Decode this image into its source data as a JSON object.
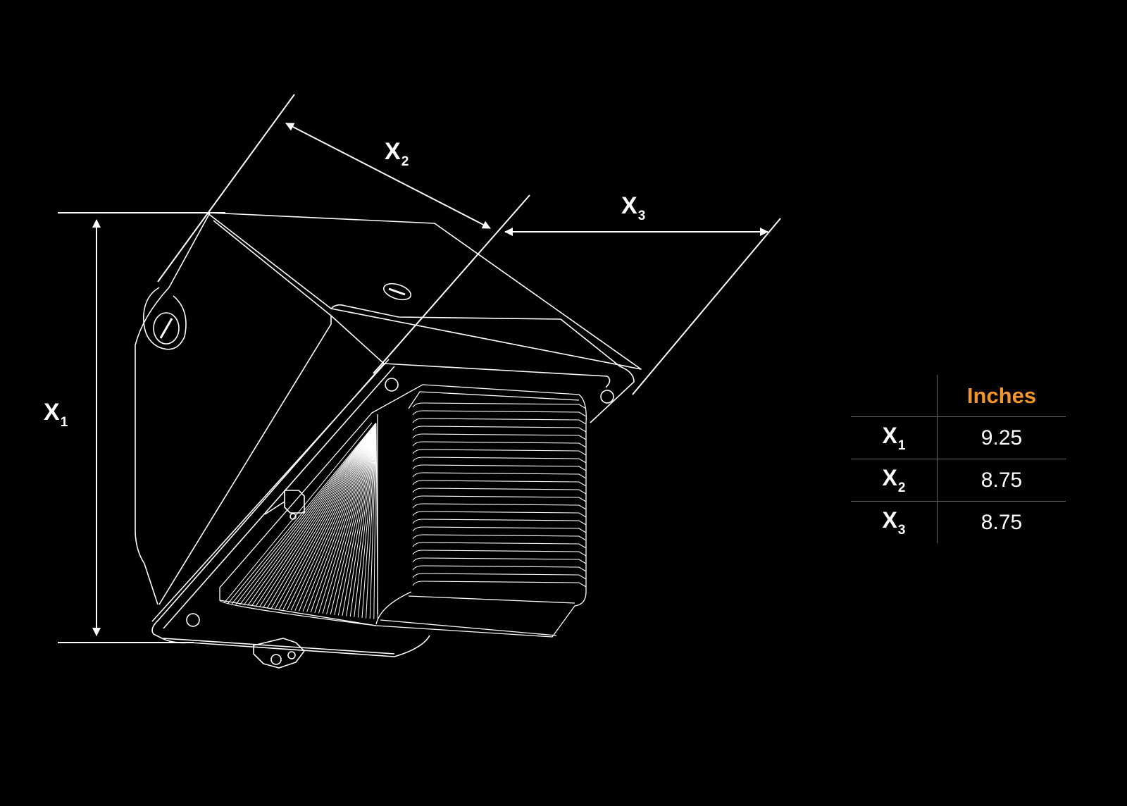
{
  "dimension_labels": {
    "x1": {
      "base": "X",
      "sub": "1"
    },
    "x2": {
      "base": "X",
      "sub": "2"
    },
    "x3": {
      "base": "X",
      "sub": "3"
    }
  },
  "table": {
    "unit_header": "Inches",
    "rows": [
      {
        "base": "X",
        "sub": "1",
        "value": "9.25"
      },
      {
        "base": "X",
        "sub": "2",
        "value": "8.75"
      },
      {
        "base": "X",
        "sub": "3",
        "value": "8.75"
      }
    ]
  },
  "colors": {
    "background": "#000000",
    "lines": "#ffffff",
    "accent": "#f0962a"
  }
}
